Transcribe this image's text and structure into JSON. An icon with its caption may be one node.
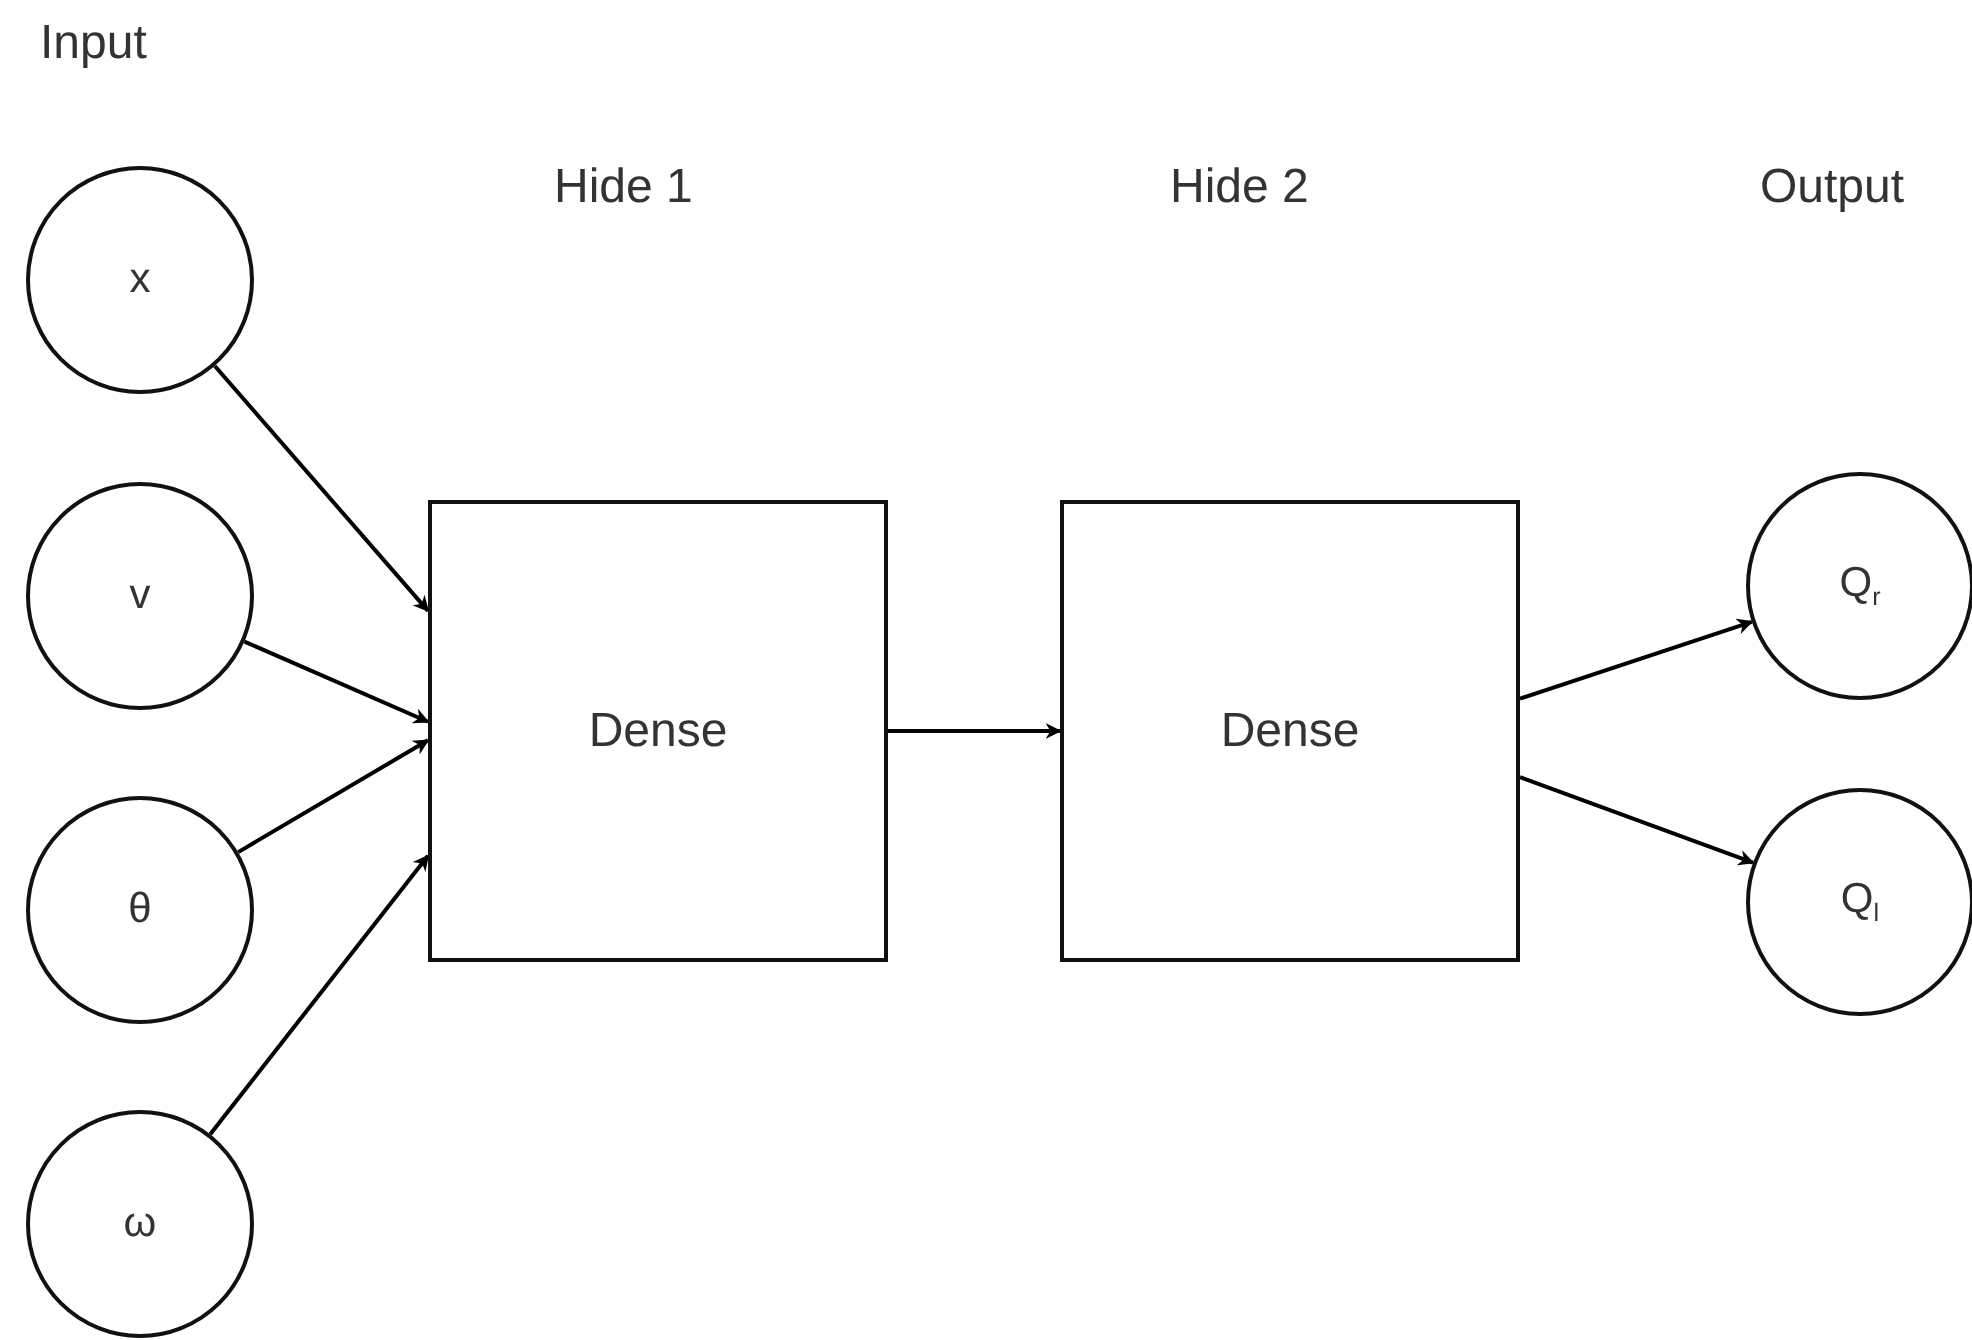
{
  "diagram": {
    "nodes": [
      {
        "text": [
          "x"
        ]
      },
      {
        "text": [
          "v"
        ]
      },
      {
        "text": [
          "θ"
        ]
      },
      {
        "text": [
          "ω"
        ]
      },
      {
        "text": [
          "Dense"
        ]
      },
      {
        "text": [
          "Dense"
        ]
      },
      {
        "text": [
          "Q$_{r}$"
        ]
      },
      {
        "text": [
          "Q$_{l}$"
        ]
      }
    ],
    "edges": [
      {
        "from": 0,
        "to": 4,
        "arrow": "to"
      },
      {
        "from": 1,
        "to": 4,
        "arrow": "to"
      },
      {
        "from": 2,
        "to": 4,
        "arrow": "to"
      },
      {
        "from": 3,
        "to": 4,
        "arrow": "to"
      },
      {
        "from": 4,
        "to": 5,
        "arrow": "to"
      },
      {
        "from": 5,
        "to": 6,
        "arrow": "to"
      },
      {
        "from": 5,
        "to": 7,
        "arrow": "to"
      }
    ],
    "labels": [
      "Input",
      "Hide 1",
      "Hide 2",
      "Output"
    ]
  }
}
